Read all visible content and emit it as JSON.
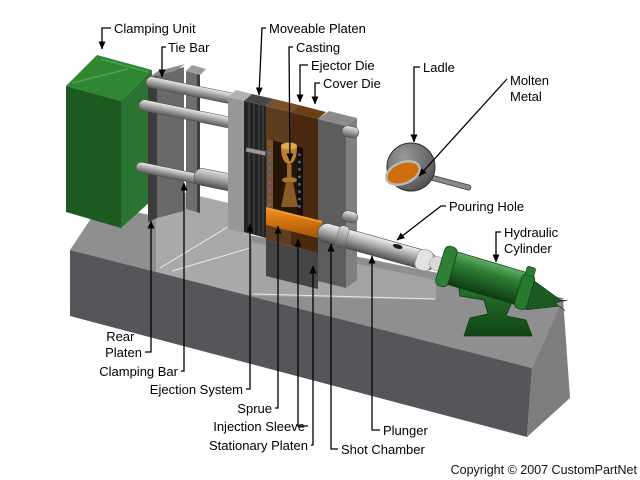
{
  "labels": {
    "clamping_unit": "Clamping Unit",
    "tie_bar": "Tie Bar",
    "moveable_platen": "Moveable Platen",
    "casting": "Casting",
    "ejector_die": "Ejector Die",
    "cover_die": "Cover Die",
    "ladle": "Ladle",
    "molten_metal": {
      "line1": "Molten",
      "line2": "Metal"
    },
    "pouring_hole": "Pouring Hole",
    "hydraulic_cylinder": {
      "line1": "Hydraulic",
      "line2": "Cylinder"
    },
    "rear_platen": {
      "line1": "Rear",
      "line2": "Platen"
    },
    "clamping_bar": "Clamping Bar",
    "ejection_system": "Ejection System",
    "sprue": "Sprue",
    "injection_sleeve": "Injection Sleeve",
    "stationary_platen": "Stationary Platen",
    "plunger": "Plunger",
    "shot_chamber": "Shot Chamber"
  },
  "footer": {
    "copyright": "Copyright © 2007 CustomPartNet"
  },
  "colors": {
    "machine_green_dark": "#1d5a20",
    "machine_green_side": "#2a7330",
    "machine_green_top": "#2f8633",
    "die_brown": "#5d3d1f",
    "die_brown_dark": "#49290e",
    "sleeve_orange": "#c96a0a",
    "molten_orange": "#cf6e10",
    "pin_blue": "#2f79dd",
    "base_gray": "#8f8f8f",
    "base_front_gray": "#56565a",
    "text_black": "#000000"
  }
}
